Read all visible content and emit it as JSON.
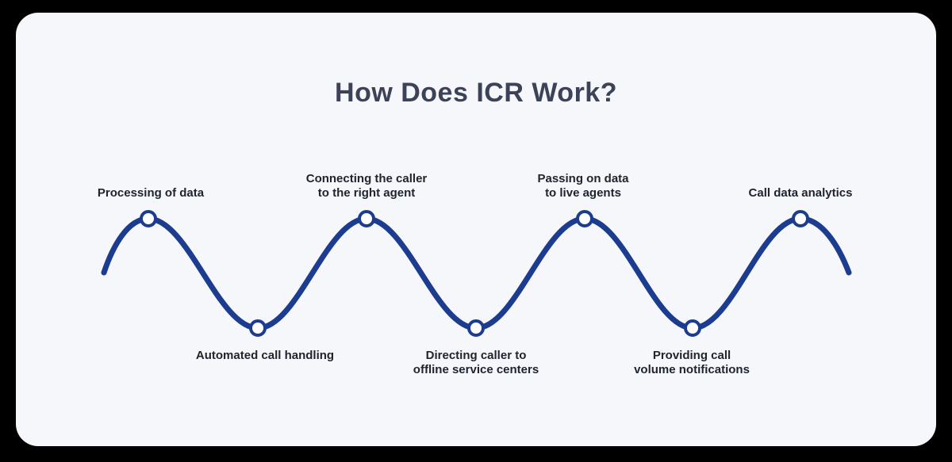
{
  "title": "How Does ICR Work?",
  "steps": [
    {
      "label": "Processing of data",
      "position": "top"
    },
    {
      "label": "Automated call handling",
      "position": "bottom"
    },
    {
      "label": "Connecting the caller\nto the right agent",
      "position": "top"
    },
    {
      "label": "Directing caller to\noffline service centers",
      "position": "bottom"
    },
    {
      "label": "Passing on data\nto live agents",
      "position": "top"
    },
    {
      "label": "Providing call\nvolume notifications",
      "position": "bottom"
    },
    {
      "label": "Call data analytics",
      "position": "top"
    }
  ],
  "colors": {
    "page_bg": "#000000",
    "card_bg": "#f5f7fa",
    "wave": "#1c3d8f",
    "title": "#3c4257",
    "label": "#20242e",
    "node_fill": "#ffffff"
  }
}
